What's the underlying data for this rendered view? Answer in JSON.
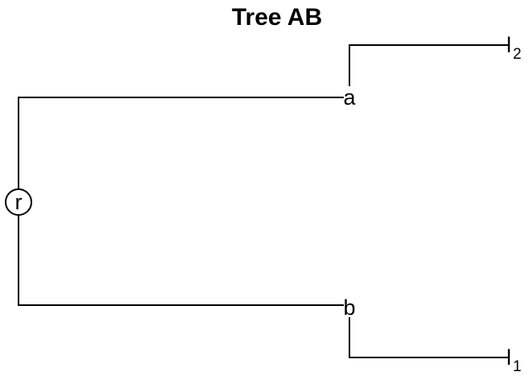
{
  "diagram": {
    "title": "Tree AB",
    "nodes": {
      "root": {
        "label": "r"
      },
      "a": {
        "label": "a"
      },
      "b": {
        "label": "b"
      },
      "leaf_top": {
        "label": "l",
        "subscript": "2"
      },
      "leaf_bottom": {
        "label": "l",
        "subscript": "1"
      }
    },
    "edges": [
      {
        "from": "r",
        "to": "a"
      },
      {
        "from": "r",
        "to": "b"
      },
      {
        "from": "a",
        "to": "l2"
      },
      {
        "from": "b",
        "to": "l1"
      }
    ]
  }
}
